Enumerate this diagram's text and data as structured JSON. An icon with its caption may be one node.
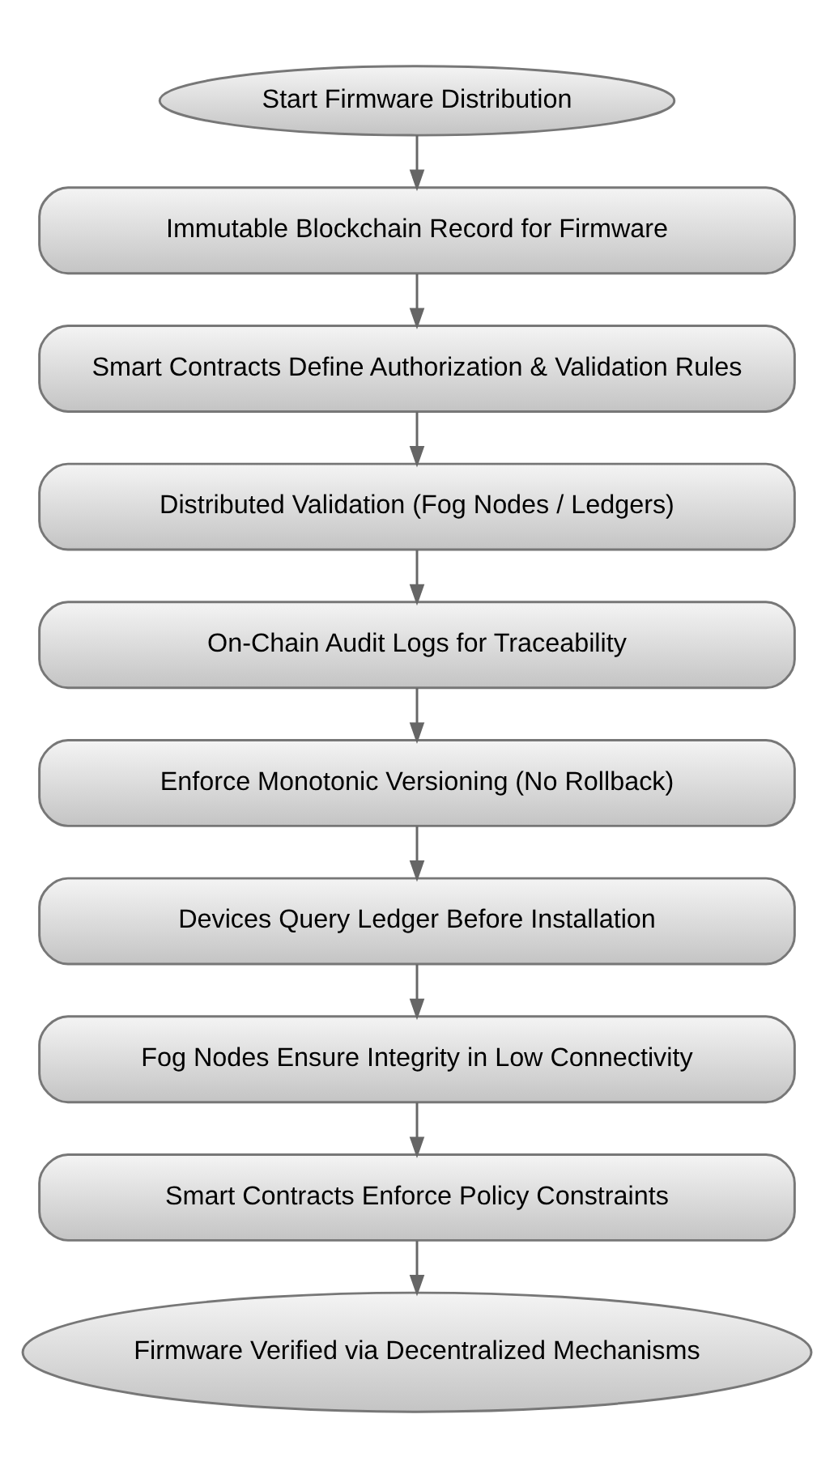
{
  "diagram": {
    "nodes": [
      {
        "text": [
          "Start Firmware Distribution"
        ]
      },
      {
        "text": [
          "Immutable Blockchain Record for Firmware"
        ]
      },
      {
        "text": [
          "Smart Contracts Define Authorization & Validation Rules"
        ]
      },
      {
        "text": [
          "Distributed Validation (Fog Nodes / Ledgers)"
        ]
      },
      {
        "text": [
          "On-Chain Audit Logs for Traceability"
        ]
      },
      {
        "text": [
          "Enforce Monotonic Versioning (No Rollback)"
        ]
      },
      {
        "text": [
          "Devices Query Ledger Before Installation"
        ]
      },
      {
        "text": [
          "Fog Nodes Ensure Integrity in Low Connectivity"
        ]
      },
      {
        "text": [
          "Smart Contracts Enforce Policy Constraints"
        ]
      },
      {
        "text": [
          "Firmware Verified via Decentralized Mechanisms"
        ]
      }
    ],
    "edges": [
      {
        "from": 0,
        "to": 1,
        "arrow": "to"
      },
      {
        "from": 1,
        "to": 2,
        "arrow": "to"
      },
      {
        "from": 2,
        "to": 3,
        "arrow": "to"
      },
      {
        "from": 3,
        "to": 4,
        "arrow": "to"
      },
      {
        "from": 4,
        "to": 5,
        "arrow": "to"
      },
      {
        "from": 5,
        "to": 6,
        "arrow": "to"
      },
      {
        "from": 6,
        "to": 7,
        "arrow": "to"
      },
      {
        "from": 7,
        "to": 8,
        "arrow": "to"
      },
      {
        "from": 8,
        "to": 9,
        "arrow": "to"
      }
    ]
  }
}
